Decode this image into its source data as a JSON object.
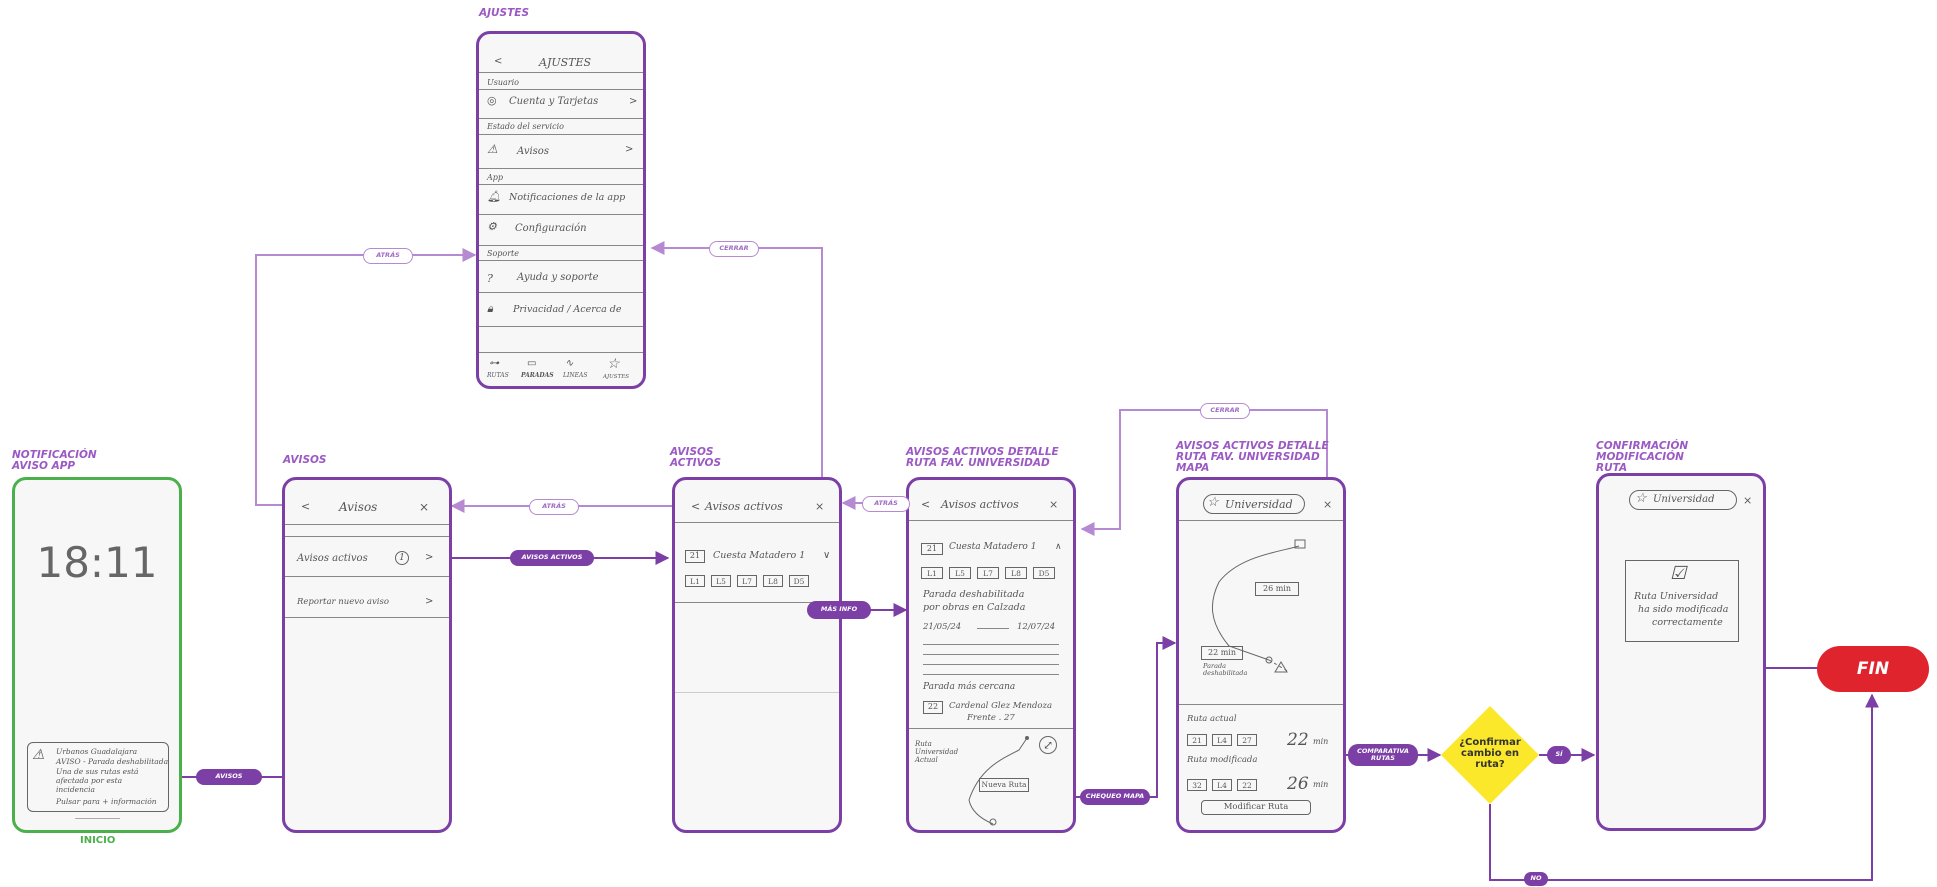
{
  "titles": {
    "ajustes": "AJUSTES",
    "notificacion_1": "NOTIFICACIÓN",
    "notificacion_2": "AVISO APP",
    "avisos": "AVISOS",
    "activos_1": "AVISOS",
    "activos_2": "ACTIVOS",
    "detalle_1": "AVISOS ACTIVOS DETALLE",
    "detalle_2": "RUTA FAV. UNIVERSIDAD",
    "mapa_1": "AVISOS ACTIVOS DETALLE",
    "mapa_2": "RUTA FAV. UNIVERSIDAD",
    "mapa_3": "MAPA",
    "confirm_1": "CONFIRMACIÓN",
    "confirm_2": "MODIFICACIÓN",
    "confirm_3": "RUTA"
  },
  "connectors": {
    "atras_ajustes": "ATRÁS",
    "cerrar_ajustes": "CERRAR",
    "cerrar_mapa": "CERRAR",
    "atras_avisos": "ATRÁS",
    "atras_activos": "ATRÁS",
    "avisos_activos": "AVISOS ACTIVOS",
    "mas_info": "MÁS INFO",
    "avisos": "AVISOS",
    "chequeo_mapa": "CHEQUEO MAPA",
    "comparativa_1": "COMPARATIVA",
    "comparativa_2": "RUTAS",
    "si": "SÍ",
    "no": "NO"
  },
  "decision": {
    "line1": "¿Confirmar",
    "line2": "cambio en",
    "line3": "ruta?"
  },
  "end_label": "FIN",
  "start_label": "INICIO",
  "screens": {
    "ajustes": {
      "header": "AJUSTES",
      "section_usuario": "Usuario",
      "item_cuenta": "Cuenta y Tarjetas",
      "section_estado": "Estado del servicio",
      "item_avisos": "Avisos",
      "section_app": "App",
      "item_notificaciones": "Notificaciones de la app",
      "item_configuracion": "Configuración",
      "section_soporte": "Soporte",
      "item_ayuda": "Ayuda y soporte",
      "item_privacidad": "Privacidad / Acerca de",
      "tab_rutas": "RUTAS",
      "tab_paradas": "PARADAS",
      "tab_lineas": "LINEAS",
      "tab_ajustes": "AJUSTES"
    },
    "lock": {
      "time": "18:11",
      "n1": "Urbanos Guadalajara",
      "n2": "AVISO - Parada deshabilitada",
      "n3": "Una de sus rutas está",
      "n4": "afectada por esta",
      "n5": "incidencia",
      "n6": "Pulsar para + información"
    },
    "avisos": {
      "header": "Avisos",
      "item_activos": "Avisos activos",
      "badge": "1",
      "item_reportar": "Reportar nuevo aviso"
    },
    "activos": {
      "header": "Avisos activos",
      "stop_number": "21",
      "stop_name": "Cuesta Matadero 1",
      "lines": [
        "L1",
        "L5",
        "L7",
        "L8",
        "D5"
      ]
    },
    "detalle": {
      "header": "Avisos activos",
      "stop_number": "21",
      "stop_name": "Cuesta Matadero 1",
      "lines": [
        "L1",
        "L5",
        "L7",
        "L8",
        "D5"
      ],
      "desc1": "Parada deshabilitada",
      "desc2": "por obras en Calzada",
      "date_from": "21/05/24",
      "date_to": "12/07/24",
      "nearest": "Parada más cercana",
      "near_number": "22",
      "near_name1": "Cardenal Glez Mendoza",
      "near_name2": "Frente . 27",
      "map_label1": "Ruta",
      "map_label2": "Universidad",
      "map_label3": "Actual",
      "map_new": "Nueva Ruta"
    },
    "mapa": {
      "header": "Universidad",
      "time1": "26 min",
      "time2": "22 min",
      "stop_note1": "Parada",
      "stop_note2": "deshabilitada",
      "actual_label": "Ruta actual",
      "actual_lines": [
        "21",
        "L4",
        "27"
      ],
      "actual_time": "22",
      "actual_unit": "min",
      "mod_label": "Ruta modificada",
      "mod_lines": [
        "32",
        "L4",
        "22"
      ],
      "mod_time": "26",
      "mod_unit": "min",
      "button": "Modificar Ruta"
    },
    "confirm": {
      "header": "Universidad",
      "msg1": "Ruta Universidad",
      "msg2": "ha sido modificada",
      "msg3": "correctamente"
    }
  },
  "colors": {
    "purple": "#7b3fa6",
    "light_purple": "#b58ad3",
    "green": "#4bb04b",
    "red": "#e0242e",
    "yellow": "#fbe82a"
  }
}
